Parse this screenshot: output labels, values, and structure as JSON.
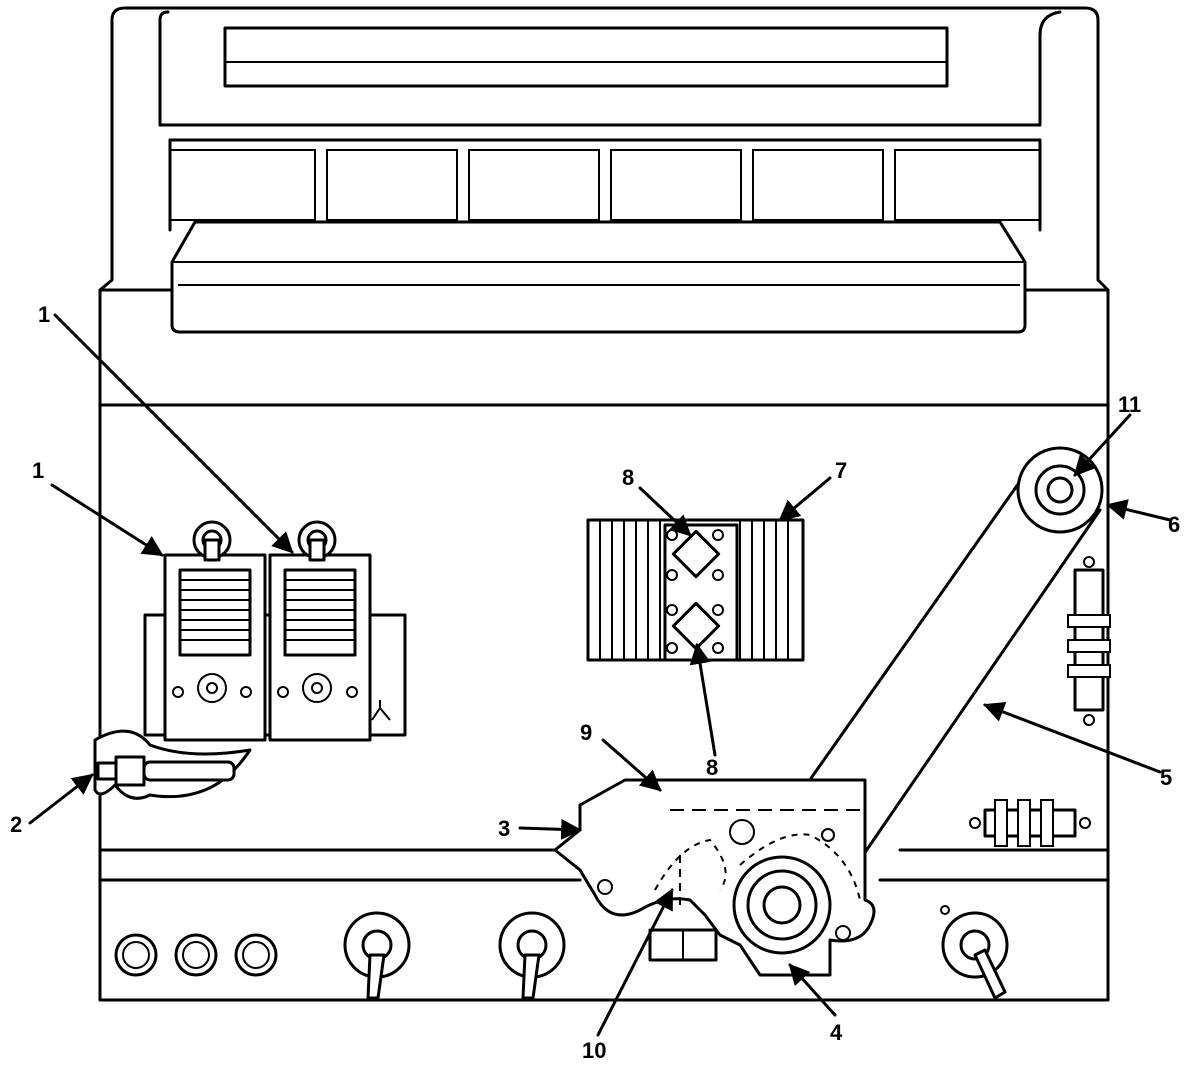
{
  "callouts": [
    {
      "id": "c1a",
      "label": "1"
    },
    {
      "id": "c1b",
      "label": "1"
    },
    {
      "id": "c2",
      "label": "2"
    },
    {
      "id": "c3",
      "label": "3"
    },
    {
      "id": "c4",
      "label": "4"
    },
    {
      "id": "c5",
      "label": "5"
    },
    {
      "id": "c6",
      "label": "6"
    },
    {
      "id": "c7",
      "label": "7"
    },
    {
      "id": "c8a",
      "label": "8"
    },
    {
      "id": "c8b",
      "label": "8"
    },
    {
      "id": "c9",
      "label": "9"
    },
    {
      "id": "c10",
      "label": "10"
    },
    {
      "id": "c11",
      "label": "11"
    }
  ]
}
